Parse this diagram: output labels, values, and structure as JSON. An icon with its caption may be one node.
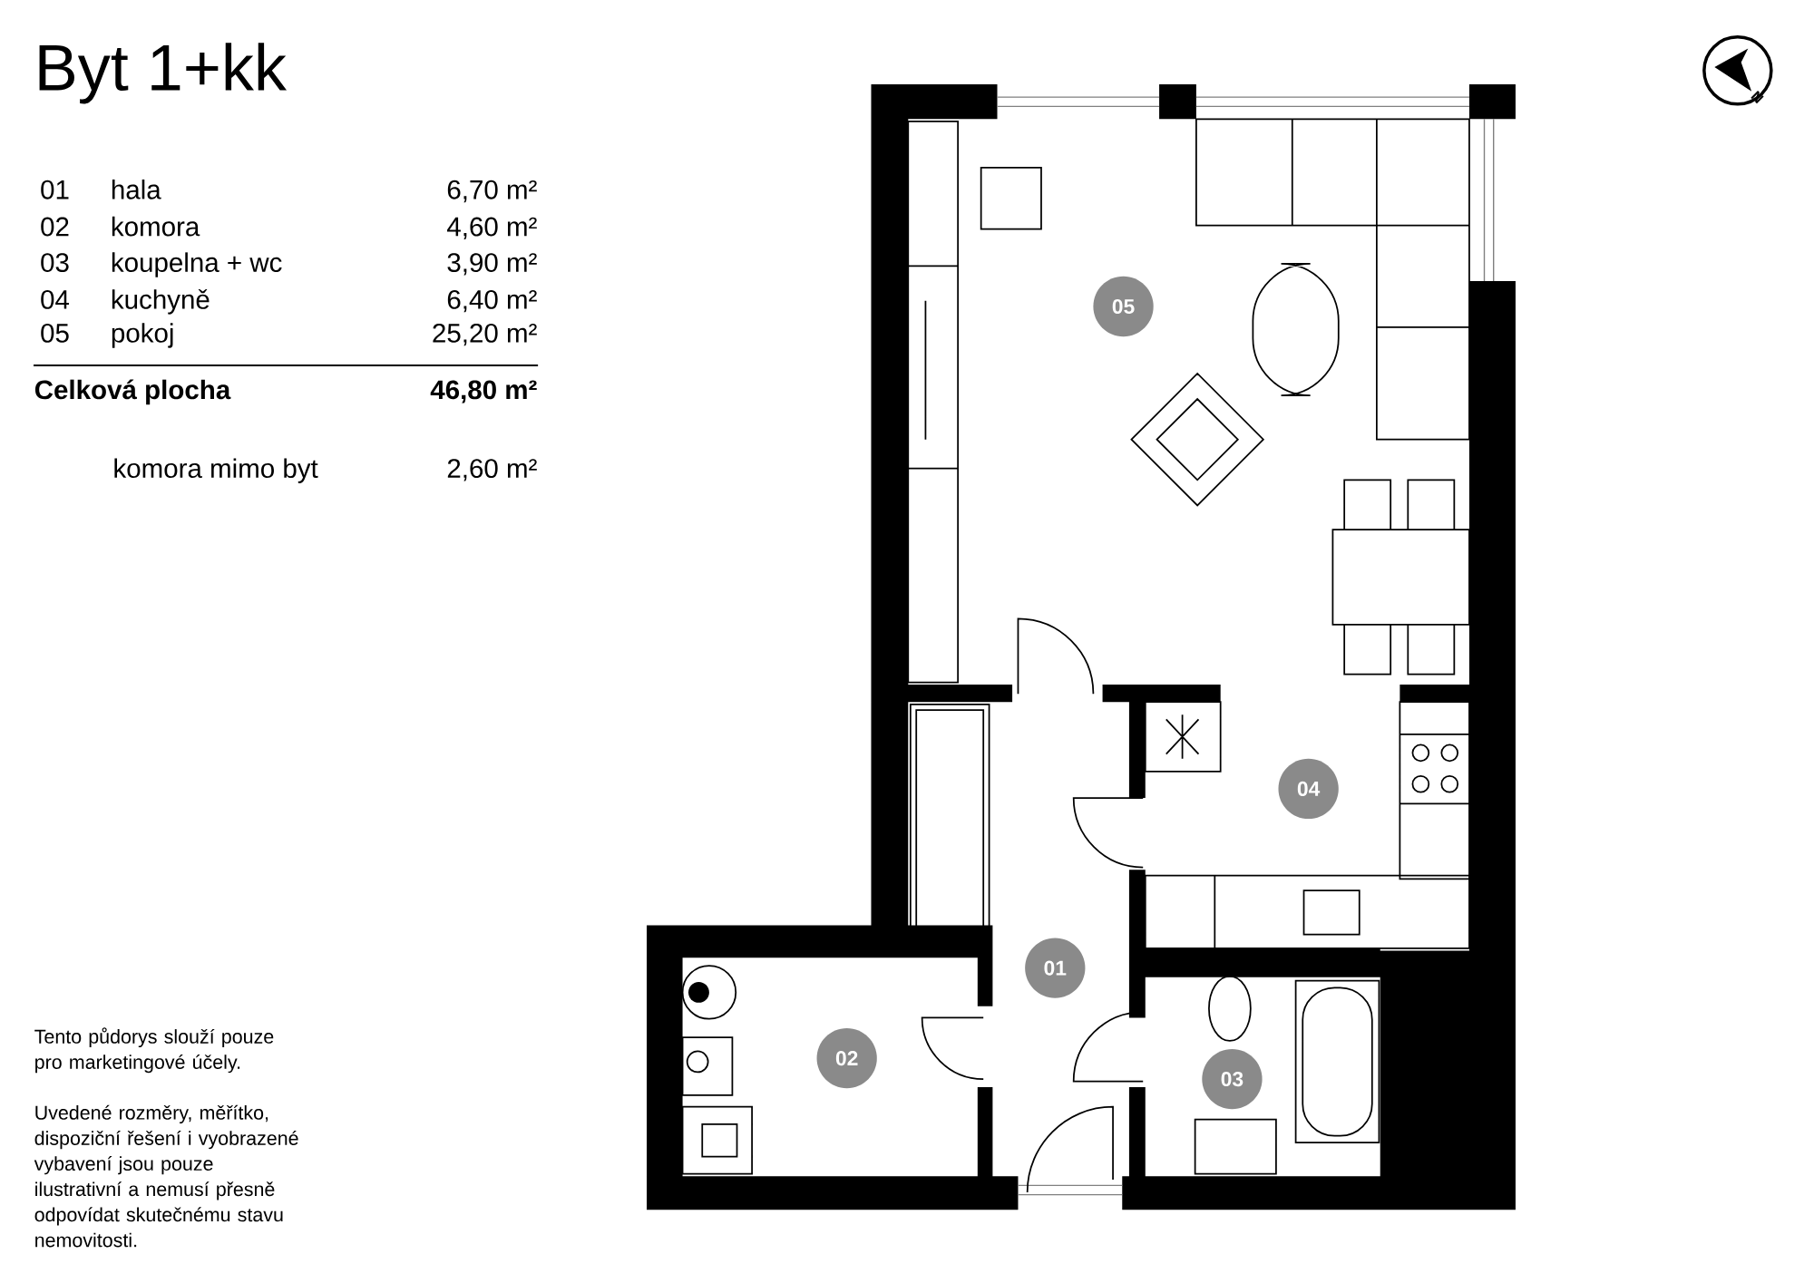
{
  "diagram": {
    "title": "Byt 1+kk",
    "nodes": [
      {
        "text": [
          "05"
        ]
      },
      {
        "text": [
          "04"
        ]
      },
      {
        "text": [
          "01"
        ]
      },
      {
        "text": [
          "02"
        ]
      },
      {
        "text": [
          "03"
        ]
      }
    ],
    "labels": [
      "01",
      "hala",
      "6,70 m²",
      "02",
      "komora",
      "4,60 m²",
      "03",
      "koupelna + wc",
      "3,90 m²",
      "04",
      "kuchyně",
      "6,40 m²",
      "05",
      "pokoj",
      "25,20 m²",
      "Celková plocha",
      "46,80 m²",
      "komora mimo byt",
      "2,60 m²",
      "Tento půdorys slouží pouze pro marketingové účely.",
      "Uvedené rozměry, měřítko, dispoziční řešení i vyobrazené vybavení jsou pouze ilustrativní a nemusí přesně odpovídat skutečnému stavu nemovitosti.",
      "N"
    ]
  }
}
